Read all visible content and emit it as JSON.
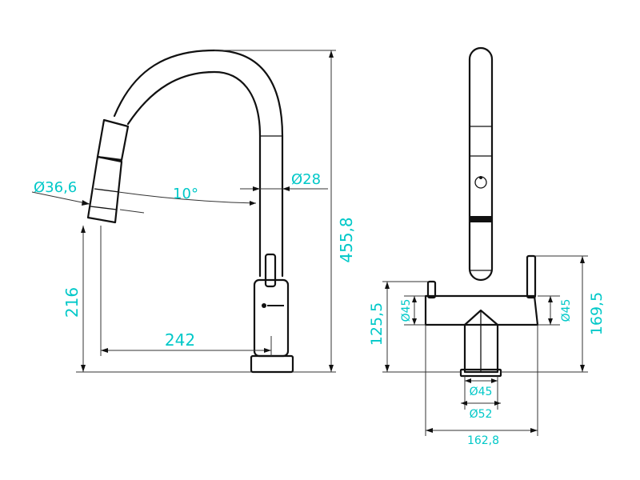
{
  "colors": {
    "dimension_text": "#00c8c8",
    "outline": "#111111",
    "dim_line": "#333333"
  },
  "side_view": {
    "d_spray": "Ø36,6",
    "angle": "10°",
    "d_spout": "Ø28",
    "height_total": "455,8",
    "height_spray": "216",
    "reach": "242"
  },
  "front_view": {
    "height_body": "125,5",
    "d_left_handle": "Ø45",
    "d_right_handle": "Ø45",
    "height_handle": "169,5",
    "d_base_inner": "Ø45",
    "d_base_outer": "Ø52",
    "width_total": "162,8"
  }
}
